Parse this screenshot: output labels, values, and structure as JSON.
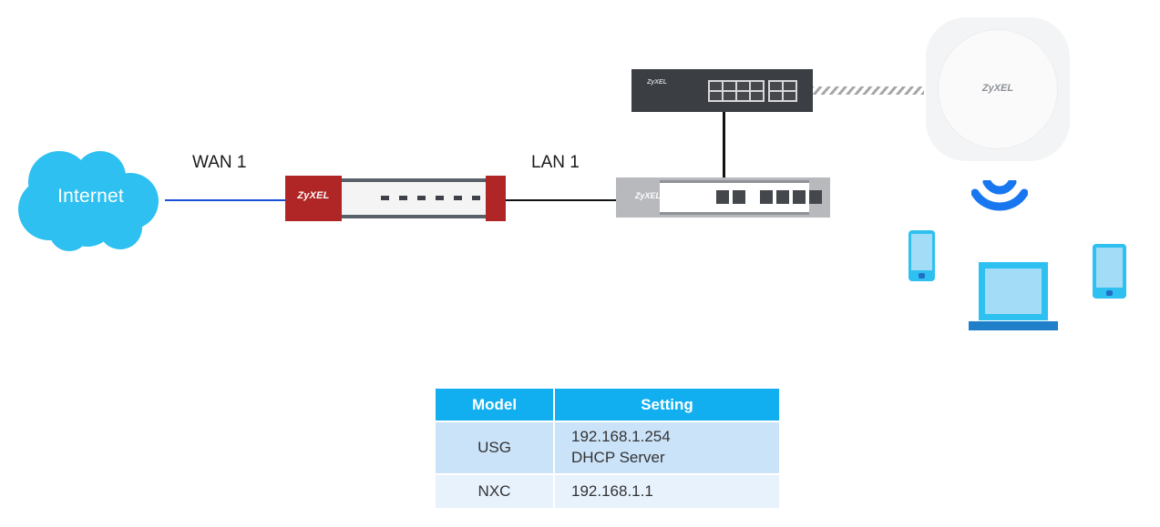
{
  "diagram": {
    "internet": {
      "label": "Internet",
      "color": "#2ec0f0",
      "icon": "cloud-icon"
    },
    "links": [
      {
        "name": "wan-link",
        "label": "WAN 1",
        "color": "#1a50d8",
        "style": "solid"
      },
      {
        "name": "lan-link",
        "label": "LAN 1",
        "color": "#111111",
        "style": "solid"
      },
      {
        "name": "nxc-switch-link",
        "label": "",
        "color": "#111111",
        "style": "solid"
      },
      {
        "name": "switch-ap-link",
        "label": "",
        "color": "#a6a6a6",
        "style": "hatched"
      }
    ],
    "devices": {
      "usg": {
        "brand": "ZyXEL",
        "type": "firewall",
        "chassis_color": "#b02525",
        "led_count": 6
      },
      "nxc": {
        "brand": "ZyXEL",
        "type": "controller",
        "chassis_color": "#b7b9bd",
        "port_count": 6
      },
      "switch": {
        "brand": "ZyXEL",
        "type": "switch",
        "chassis_color": "#3b3e42",
        "port_block_large": 8,
        "port_block_small": 4
      },
      "access_point": {
        "brand": "ZyXEL",
        "type": "access-point",
        "chassis_color": "#f3f4f5"
      }
    },
    "clients": [
      {
        "name": "client-phone",
        "type": "smartphone",
        "color": "#2ec0f0"
      },
      {
        "name": "client-laptop",
        "type": "laptop",
        "color": "#2ec0f0"
      },
      {
        "name": "client-tablet",
        "type": "tablet",
        "color": "#2ec0f0"
      }
    ],
    "wifi_signal": {
      "icon": "wifi-icon",
      "color": "#1877f0"
    }
  },
  "table": {
    "header": {
      "model": "Model",
      "setting": "Setting",
      "bg": "#12aff0"
    },
    "rows": [
      {
        "model": "USG",
        "setting_line1": "192.168.1.254",
        "setting_line2": "DHCP Server",
        "bg": "#cbe3f9"
      },
      {
        "model": "NXC",
        "setting_line1": "192.168.1.1",
        "setting_line2": "",
        "bg": "#e7f2fd"
      }
    ]
  }
}
